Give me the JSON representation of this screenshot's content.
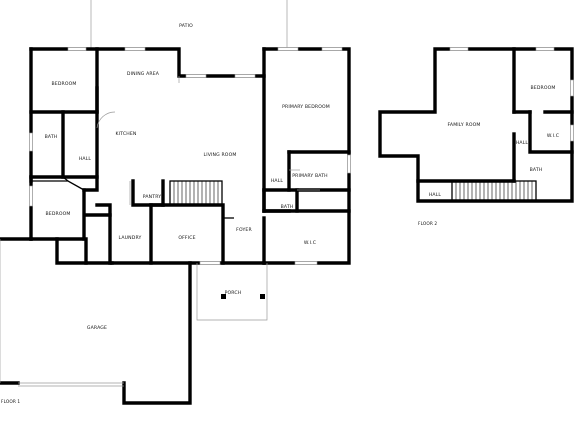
{
  "colors": {
    "wall": "#000000",
    "window": "#9a9a9a",
    "background": "#ffffff"
  },
  "floors": [
    {
      "label": "FLOOR 1",
      "rooms": {
        "patio": "PATIO",
        "bedroom_top": "BEDROOM",
        "dining_area": "DINING AREA",
        "primary_bedroom": "PRIMARY BEDROOM",
        "bath": "BATH",
        "kitchen": "KITCHEN",
        "hall_left": "HALL",
        "living_room": "LIVING ROOM",
        "hall_right": "HALL",
        "primary_bath": "PRIMARY BATH",
        "pantry": "PANTRY",
        "bath_small": "BATH",
        "bedroom_left": "BEDROOM",
        "laundry": "LAUNDRY",
        "office": "OFFICE",
        "foyer": "FOYER",
        "wic": "W.I.C",
        "porch": "PORCH",
        "garage": "GARAGE"
      }
    },
    {
      "label": "FLOOR 2",
      "rooms": {
        "family_room": "FAMILY ROOM",
        "bedroom": "BEDROOM",
        "hall_mid": "HALL",
        "wic": "W.I.C",
        "bath": "BATH",
        "hall_bottom": "HALL"
      }
    }
  ]
}
